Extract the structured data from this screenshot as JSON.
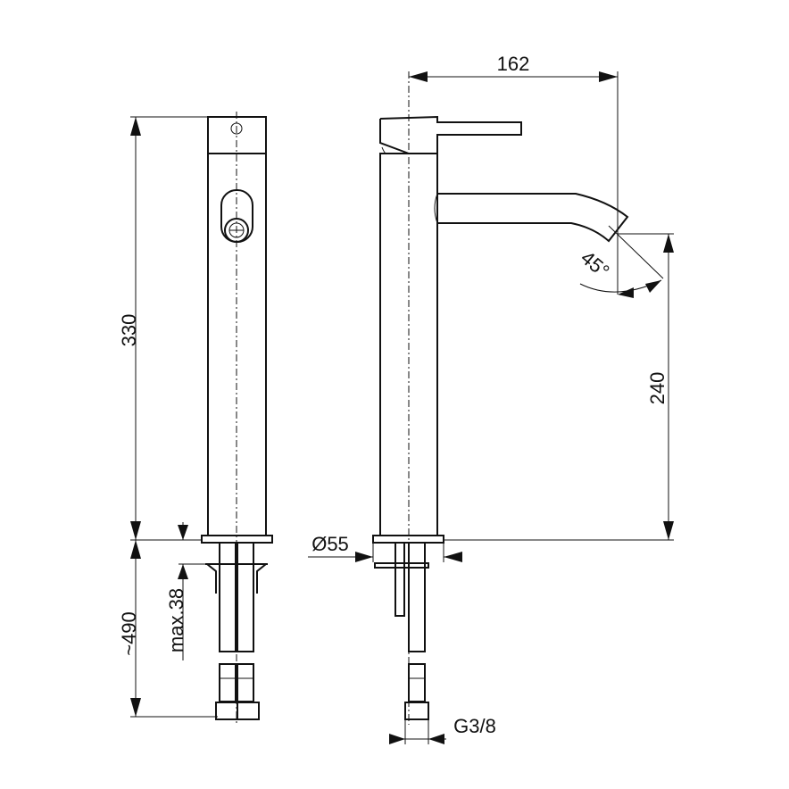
{
  "drawing": {
    "dimensions": {
      "total_height": "330",
      "below_deck_length": "~490",
      "max_deck_thickness": "max.38",
      "spout_reach": "162",
      "spout_height": "240",
      "spout_angle": "45°",
      "base_diameter": "Ø55",
      "connection_thread": "G3/8"
    }
  }
}
